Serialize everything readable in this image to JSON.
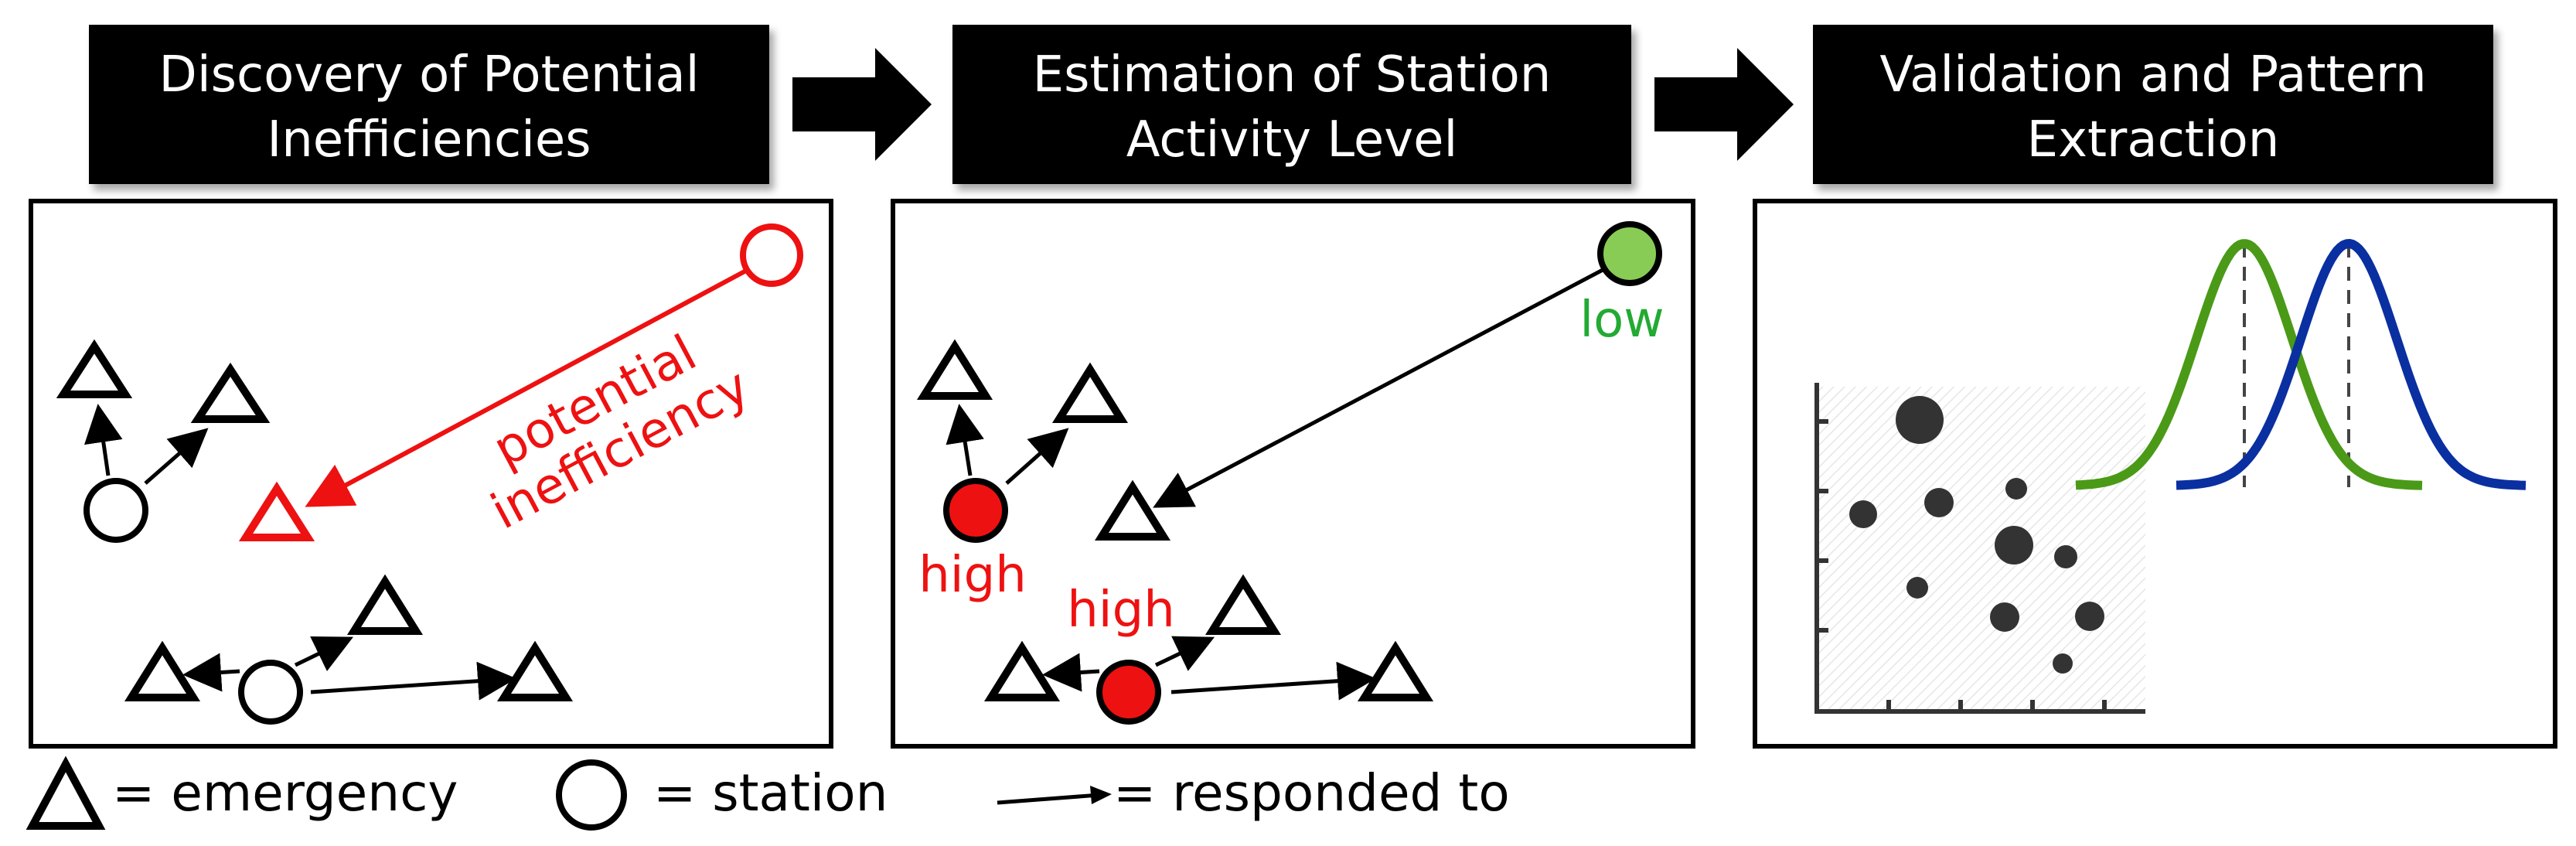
{
  "steps": [
    {
      "line1": "Discovery of Potential",
      "line2": "Inefficiencies"
    },
    {
      "line1": "Estimation of Station",
      "line2": "Activity Level"
    },
    {
      "line1": "Validation and Pattern",
      "line2": "Extraction"
    }
  ],
  "panel1": {
    "annotation_line1": "potential",
    "annotation_line2": "inefficiency"
  },
  "panel2": {
    "label_high_1": "high",
    "label_high_2": "high",
    "label_low": "low"
  },
  "legend": {
    "emergency": "= emergency",
    "station": "= station",
    "responded": "= responded to"
  },
  "colors": {
    "header_bg": "#000000",
    "header_text": "#ffffff",
    "inefficiency_red": "#ee1111",
    "high_station_fill": "#ee1111",
    "low_station_fill": "#88cc55",
    "low_label_green": "#22aa33",
    "curve_green": "#4a9a18",
    "curve_blue": "#0a2fa0",
    "scatter_dot": "#333333"
  }
}
